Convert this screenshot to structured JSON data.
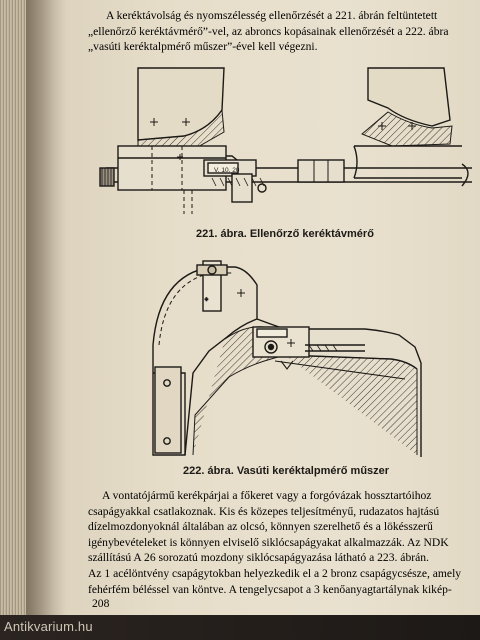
{
  "top_paragraph": {
    "lines": [
      "A keréktávolság és nyomszélesség ellenőrzését a 221. ábrán feltüntetett",
      "„ellenőrző keréktávmérő”-vel, az abroncs kopásainak ellenőrzését a 222. ábra",
      "„vasúti keréktalpmérő műszer”-ével kell végezni."
    ]
  },
  "figure_221": {
    "scale_label": "V. 10. 20",
    "caption": "221. ábra. Ellenőrző keréktávmérő"
  },
  "figure_222": {
    "caption": "222. ábra. Vasúti keréktalpmérő műszer"
  },
  "bottom_paragraph": {
    "lines": [
      "A vontatójármű kerékpárjai a főkeret vagy a forgóvázak hossztartóihoz",
      "csapágyakkal csatlakoznak. Kis és közepes teljesítményű, rudazatos hajtású",
      "dízelmozdonyoknál általában az olcsó, könnyen szerelhető és a lökésszerű",
      "igénybevételeket is könnyen elviselő siklócsapágyakat alkalmazzák. Az NDK",
      "szállítású A 26 sorozatú mozdony siklócsapágyazása látható a 223. ábrán.",
      "Az 1 acélöntvény csapágytokban helyezkedik el a 2 bronz csapágycsésze, amely",
      "fehérfém béléssel van köntve. A tengelycsapot a 3 kenőanyagtartálynak kikép-"
    ]
  },
  "page_number": "208",
  "watermark": "Antikvarium.hu"
}
